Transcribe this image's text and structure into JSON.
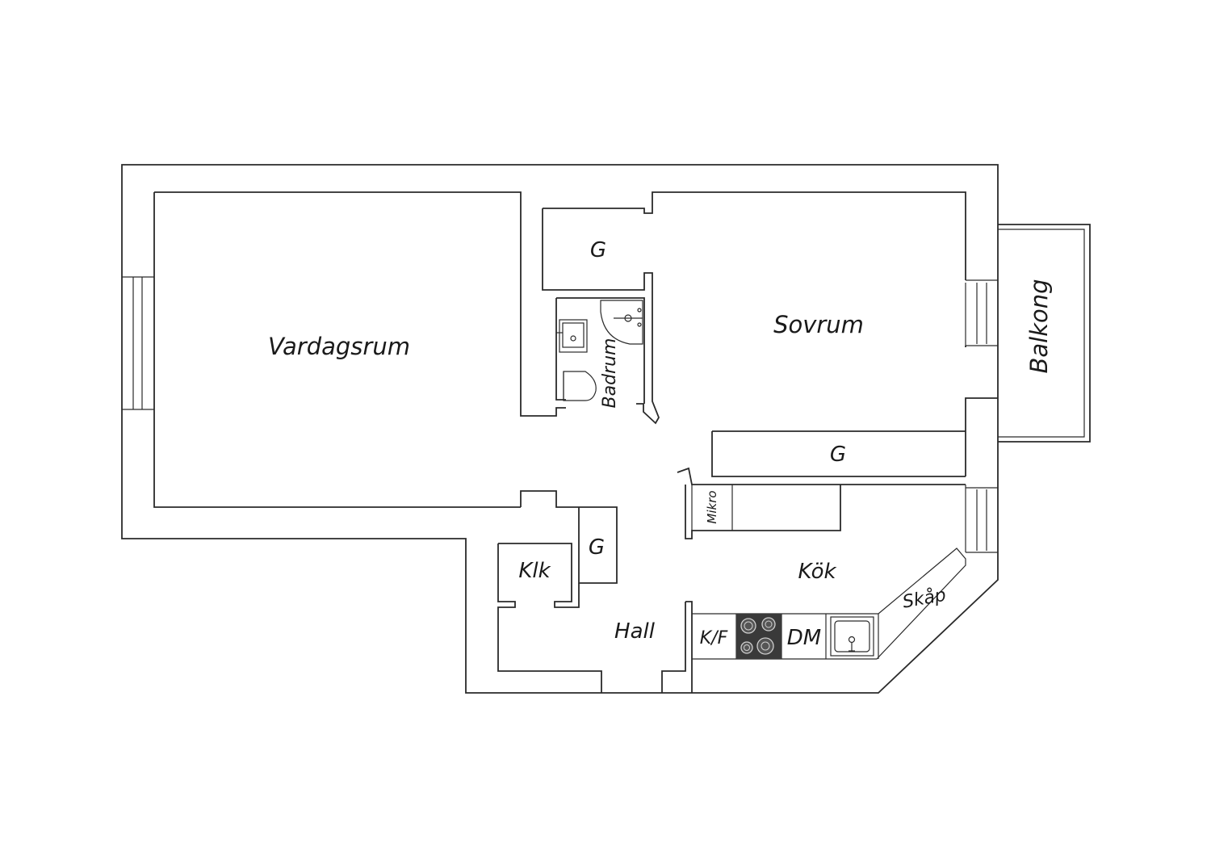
{
  "floorplan": {
    "rooms": {
      "living_room": "Vardagsrum",
      "bedroom": "Sovrum",
      "balcony": "Balkong",
      "bathroom": "Badrum",
      "hall": "Hall",
      "kitchen": "Kök"
    },
    "storage": {
      "closet_top": "G",
      "closet_bedroom": "G",
      "closet_hall": "G",
      "walk_in": "Klk",
      "cabinet": "Skåp"
    },
    "appliances": {
      "microwave": "Mikro",
      "fridge_freezer": "K/F",
      "dishwasher": "DM"
    }
  }
}
